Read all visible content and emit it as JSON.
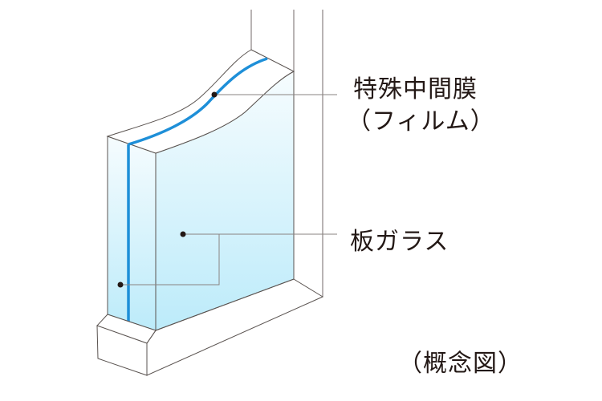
{
  "diagram": {
    "subject": "laminated glass cross-section",
    "labels": {
      "film_line1": "特殊中間膜",
      "film_line2": "（フィルム）",
      "glass": "板ガラス",
      "caption": "（概念図）"
    },
    "colors": {
      "film": "#1e8fd8",
      "glass_top": "#f4fbfe",
      "glass_bottom": "#bdeaf9",
      "outline": "#5a5350",
      "leader": "#8a8381",
      "dot": "#231815",
      "text": "#231815"
    },
    "callouts": [
      {
        "target": "film",
        "label_ref": "film_line1"
      },
      {
        "target": "glass",
        "label_ref": "glass",
        "points": 2
      }
    ]
  }
}
